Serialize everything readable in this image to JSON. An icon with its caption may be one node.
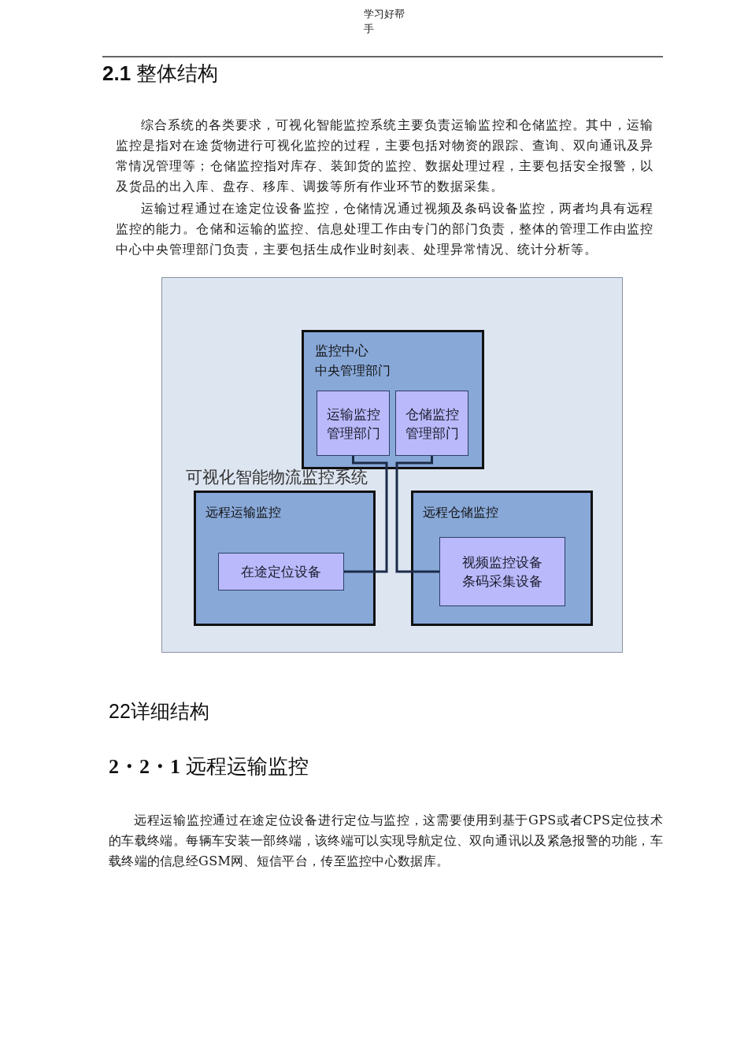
{
  "diagram": {
    "title": "**2.1** 整体结构",
    "nodes": [
      {
        "text": [
          "可视化智能物流监控系统"
        ]
      },
      {
        "text": [
          "监控中心",
          "中央管理部门"
        ],
        "in": 0
      },
      {
        "text": [
          "运输监控管理部门"
        ],
        "in": 1
      },
      {
        "text": [
          "仓储监控管理部门"
        ],
        "in": 1
      },
      {
        "text": [
          "远程运输监控"
        ],
        "in": 0
      },
      {
        "text": [
          "在途定位设备"
        ],
        "in": 4
      },
      {
        "text": [
          "远程仓储监控"
        ],
        "in": 0
      },
      {
        "text": [
          "视频监控设备",
          "条码采集设备"
        ],
        "in": 6
      }
    ],
    "edges": [
      {
        "from": 2,
        "to": 5,
        "arrow": "none"
      },
      {
        "from": 3,
        "to": 7,
        "arrow": "none"
      }
    ],
    "labels": [
      "学习好帮手",
      "综合系统的各类要求，可视化智能监控系统主要负责运输监控和仓储监控。其中，运输监控是指对在途货物进行可视化监控的过程，主要包括对物资的跟踪、查询、双向通讯及异常情况管理等；仓储监控指对库存、装卸货的监控、数据处理过程，主要包括安全报警，以及货品的出入库、盘存、移库、调拨等所有作业环节的数据采集。",
      "运输过程通过在途定位设备监控，仓储情况通过视频及条码设备监控，两者均具有远程监控的能力。仓储和运输的监控、信息处理工作由专门的部门负责，整体的管理工作由监控中心中央管理部门负责，主要包括生成作业时刻表、处理异常情况、统计分析等。",
      "22详细结构",
      "**2・2・1** 远程运输监控",
      "远程运输监控通过在途定位设备进行定位与监控，这需要使用到基于GPS或者CPS定位技术的车载终端。每辆车安装一部终端，该终端可以实现导航定位、双向通讯以及紧急报警的功能，车载终端的信息经GSM网、短信平台，传至监控中心数据库。"
    ]
  }
}
